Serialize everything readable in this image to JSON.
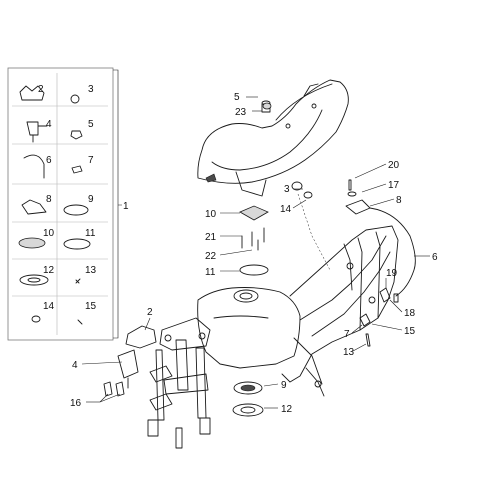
{
  "parts_table": {
    "callouts": [
      "2",
      "3",
      "4",
      "5",
      "6",
      "7",
      "8",
      "9",
      "10",
      "11",
      "12",
      "13",
      "14",
      "15"
    ],
    "group_label": "1"
  },
  "assembly": {
    "callouts": [
      "5",
      "23",
      "3",
      "14",
      "10",
      "21",
      "22",
      "11",
      "20",
      "17",
      "8",
      "6",
      "19",
      "18",
      "7",
      "15",
      "13",
      "2",
      "4",
      "16",
      "9",
      "12"
    ]
  }
}
